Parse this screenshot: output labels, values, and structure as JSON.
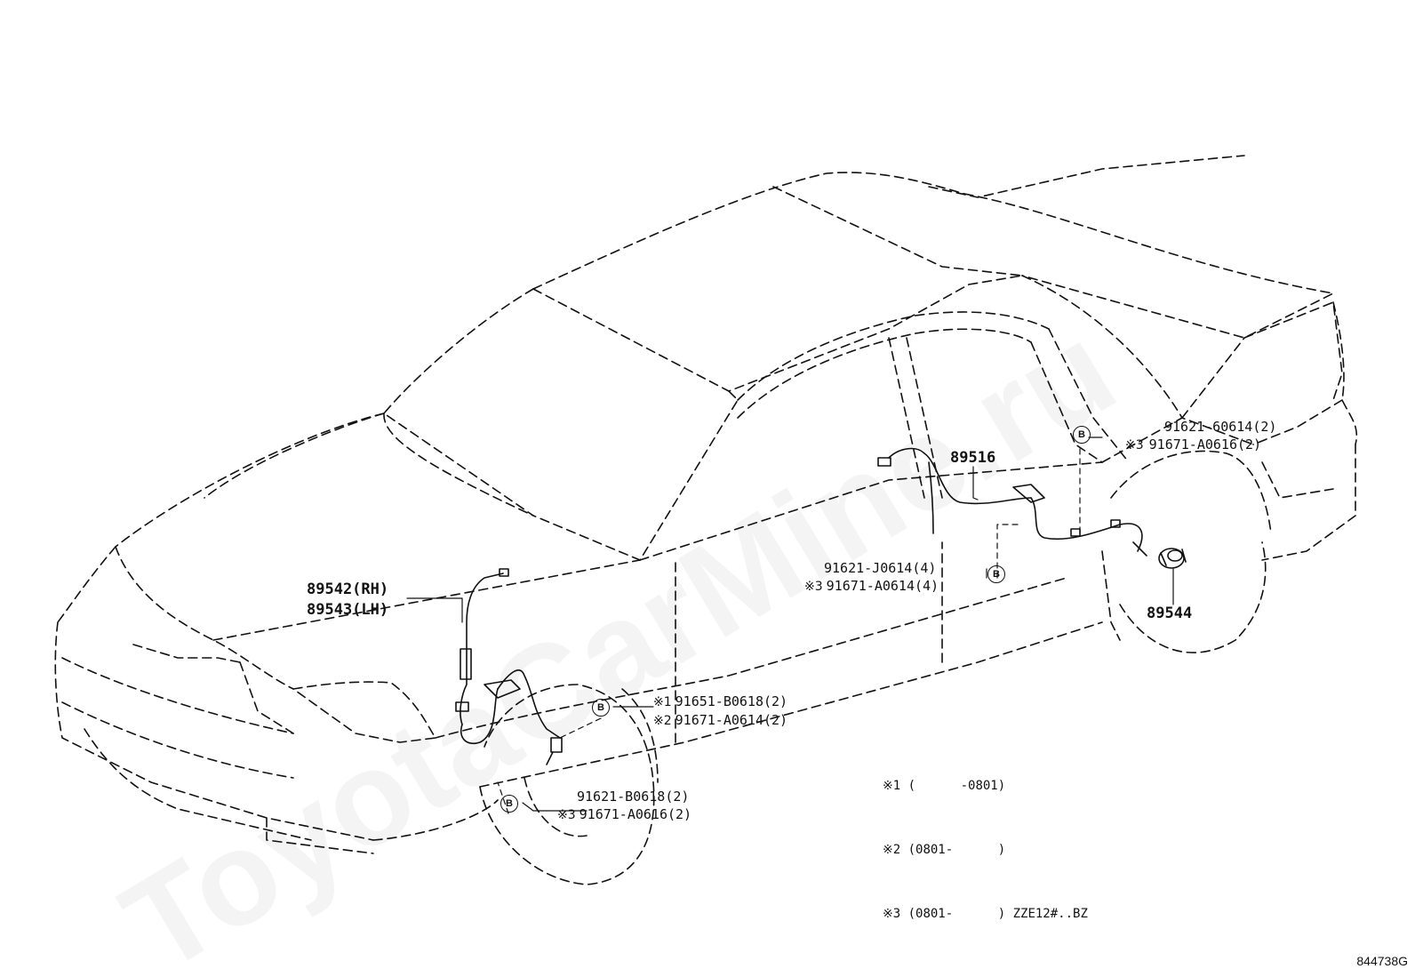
{
  "watermark": "ToyotaCarMine.ru",
  "figure_id": "844738G",
  "bolt_symbol": "B",
  "parts": {
    "front_sensor_rh": "89542(RH)",
    "front_sensor_lh": "89543(LH)",
    "rear_wire": "89516",
    "rear_rotor": "89544"
  },
  "fasteners": {
    "front_upper": [
      {
        "mark": "※1",
        "part": "91651-B0618(2)"
      },
      {
        "mark": "※2",
        "part": "91671-A0614(2)"
      }
    ],
    "front_lower": [
      {
        "mark": "",
        "part": "91621-B0618(2)"
      },
      {
        "mark": "※3",
        "part": "91671-A0616(2)"
      }
    ],
    "center": [
      {
        "mark": "",
        "part": "91621-J0614(4)"
      },
      {
        "mark": "※3",
        "part": "91671-A0614(4)"
      }
    ],
    "rear": [
      {
        "mark": "",
        "part": "91621-60614(2)"
      },
      {
        "mark": "※3",
        "part": "91671-A0616(2)"
      }
    ]
  },
  "notes": [
    "※1 (      -0801)",
    "※2 (0801-      )",
    "※3 (0801-      ) ZZE12#..BZ"
  ]
}
